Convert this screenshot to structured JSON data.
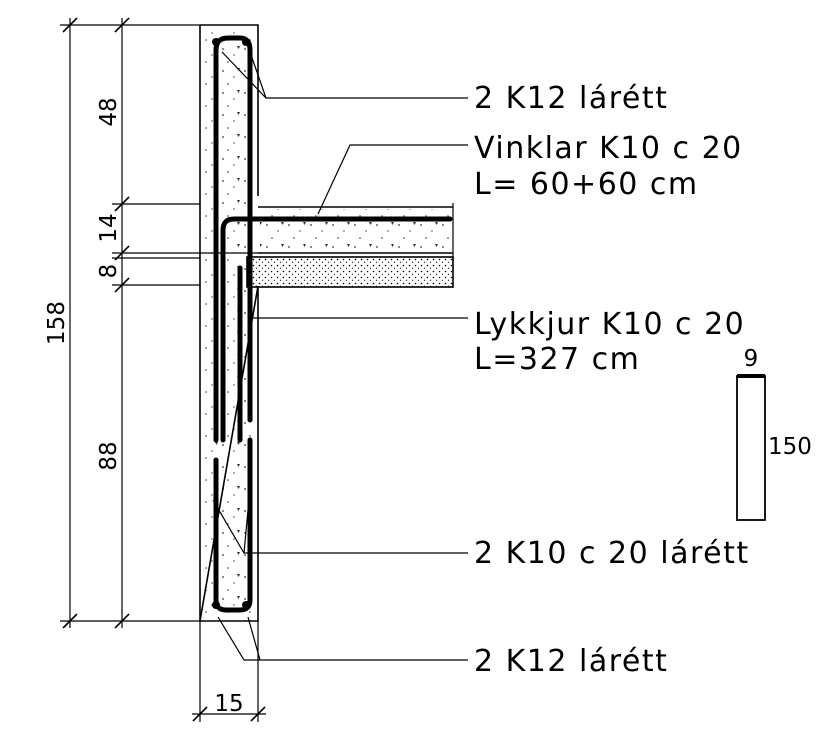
{
  "drawing": {
    "labels": {
      "top_bars": "2 K12 lárétt",
      "angle_bars": "Vinklar K10 c 20",
      "angle_length": "L= 60+60 cm",
      "loop_bars": "Lykkjur K10 c 20",
      "loop_length": "L=327 cm",
      "mid_bars": "2 K10 c 20 lárétt",
      "bottom_bars": "2 K12 lárétt"
    },
    "dimensions": {
      "total_height": "158",
      "top_segment": "48",
      "slab_segment": "14",
      "insulation_segment": "8",
      "bottom_segment": "88",
      "wall_width": "15"
    },
    "loop_shape": {
      "width": "9",
      "height": "150"
    }
  }
}
